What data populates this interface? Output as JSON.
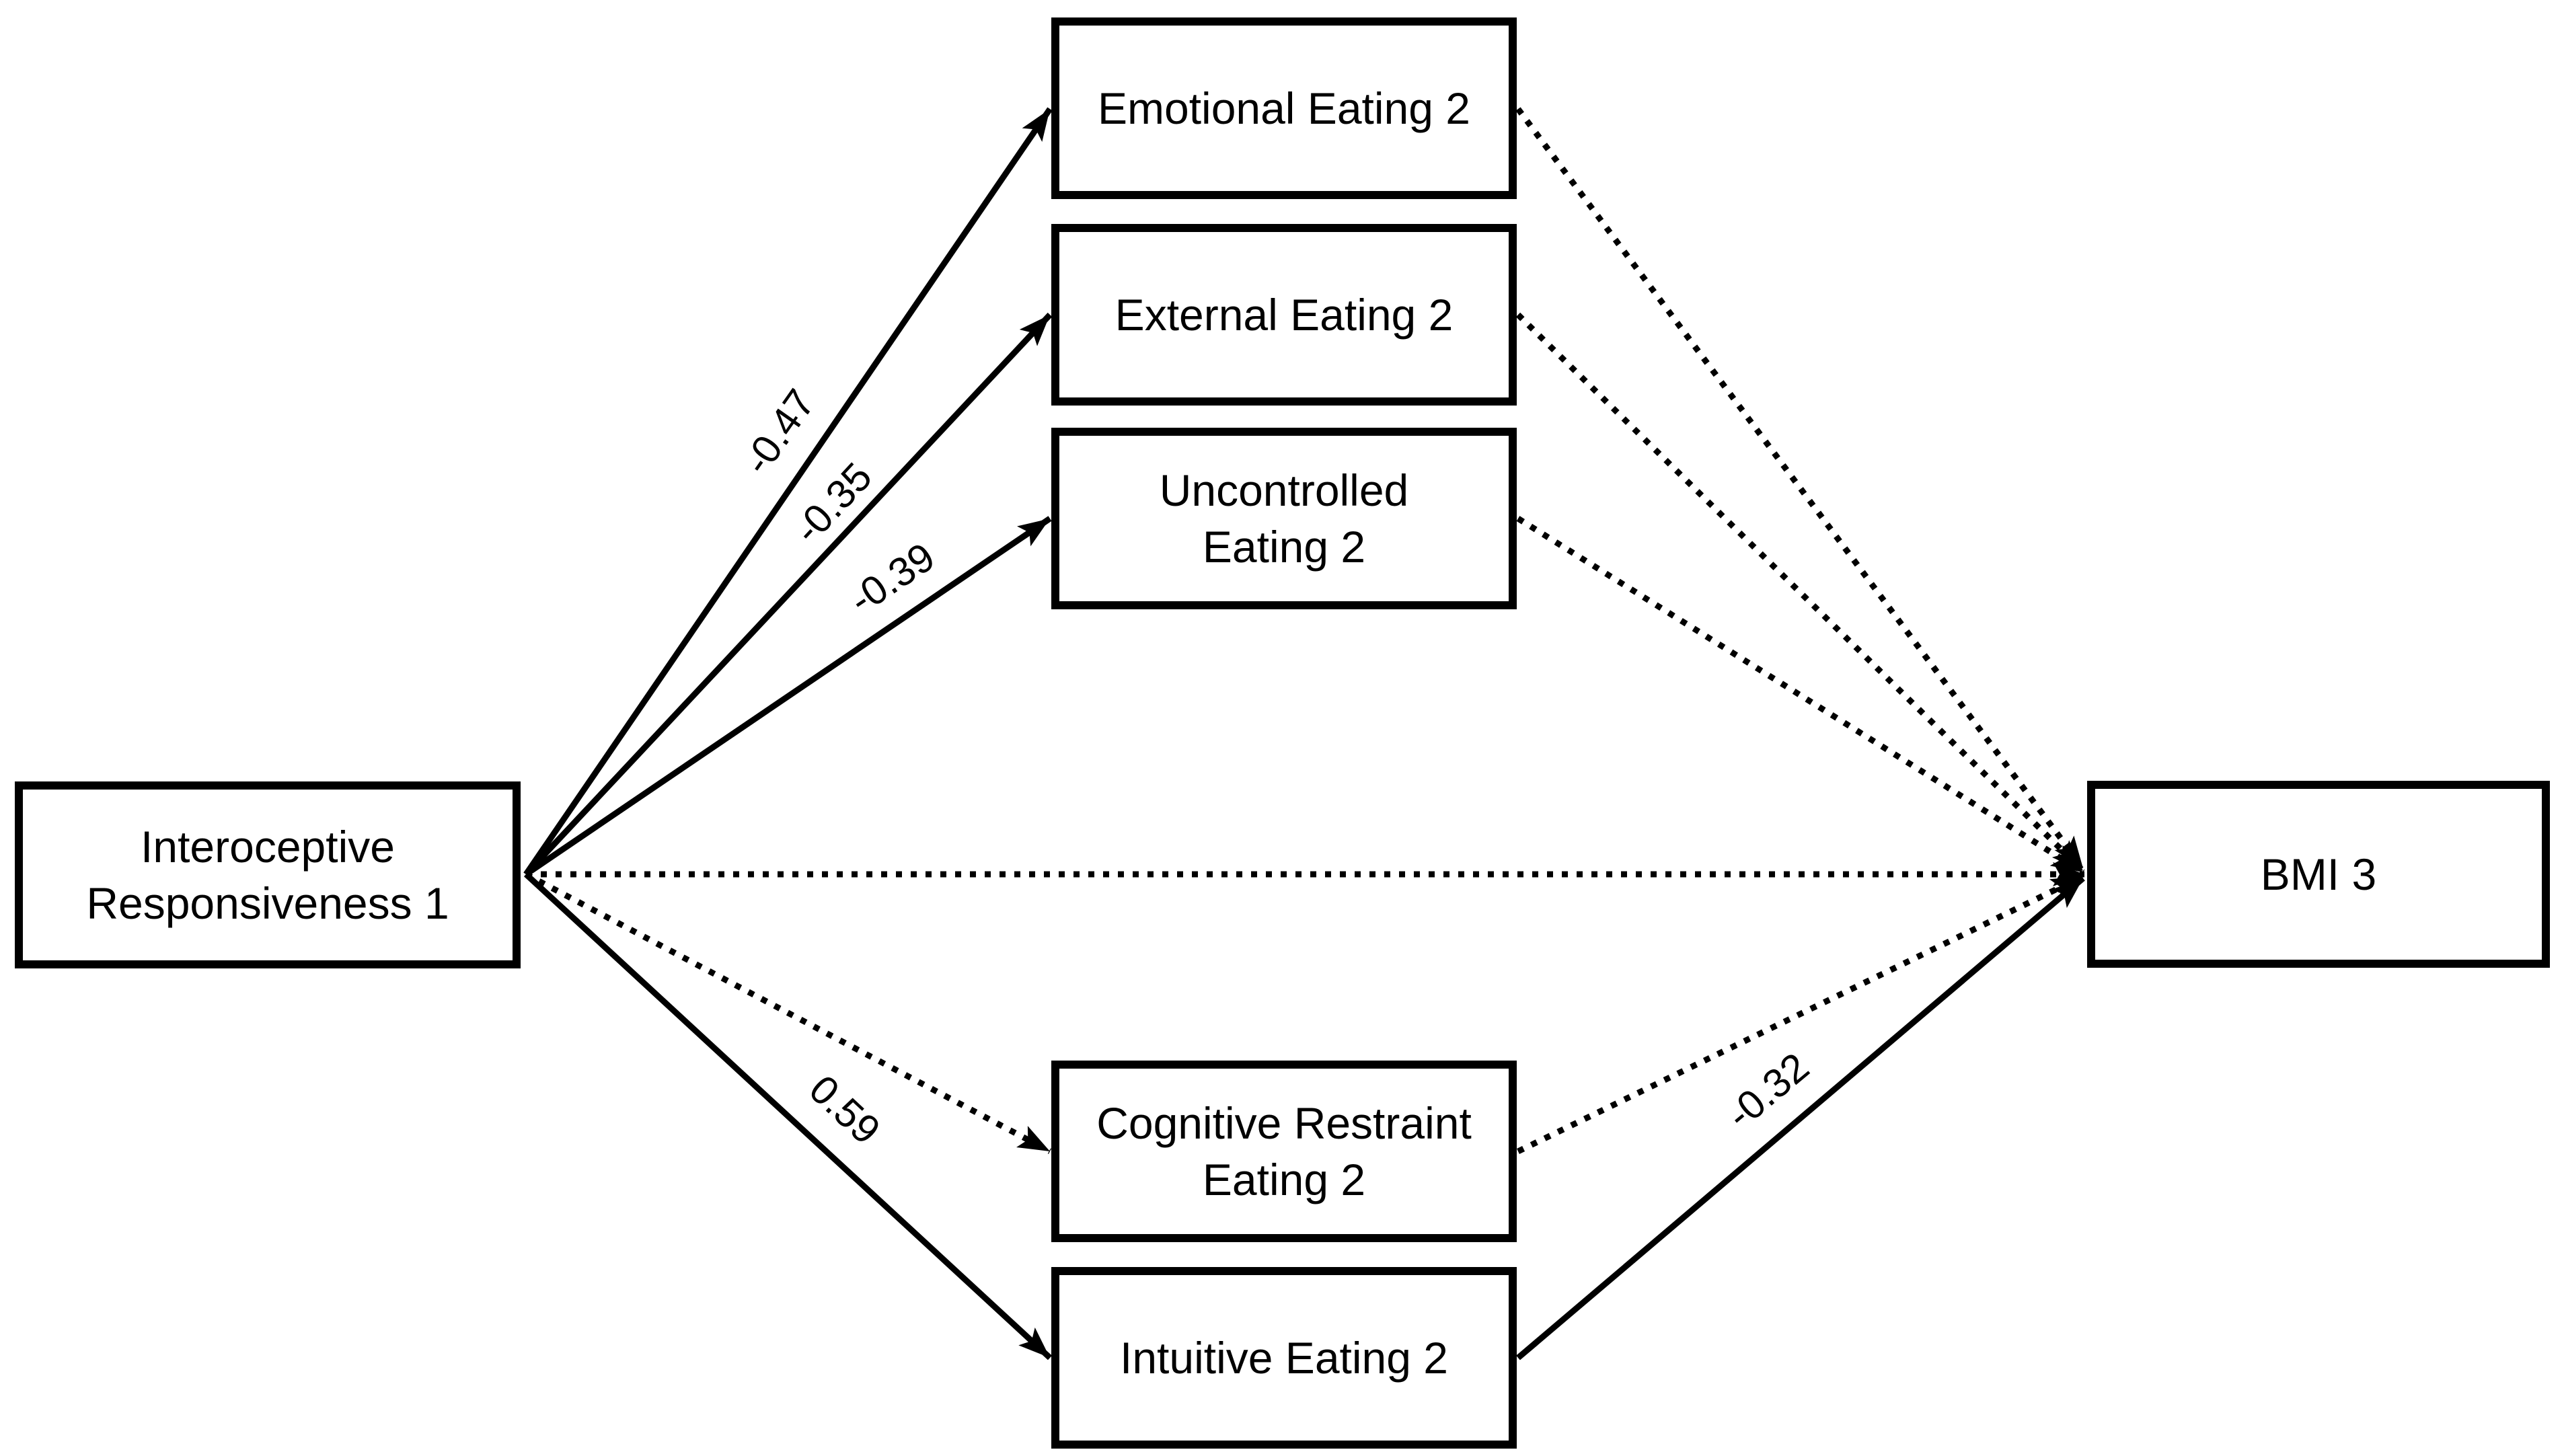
{
  "diagram": {
    "type": "path-model",
    "nodes": {
      "interoceptive": {
        "label": "Interoceptive\nResponsiveness 1"
      },
      "emotional": {
        "label": "Emotional Eating 2"
      },
      "external": {
        "label": "External Eating 2"
      },
      "uncontrolled": {
        "label": "Uncontrolled\nEating 2"
      },
      "cognitive": {
        "label": "Cognitive Restraint\nEating 2"
      },
      "intuitive": {
        "label": "Intuitive Eating 2"
      },
      "bmi": {
        "label": "BMI 3"
      }
    },
    "edges": [
      {
        "from": "interoceptive",
        "to": "emotional",
        "style": "solid",
        "label": "-0.47"
      },
      {
        "from": "interoceptive",
        "to": "external",
        "style": "solid",
        "label": "-0.35"
      },
      {
        "from": "interoceptive",
        "to": "uncontrolled",
        "style": "solid",
        "label": "-0.39"
      },
      {
        "from": "interoceptive",
        "to": "bmi",
        "style": "dotted",
        "label": ""
      },
      {
        "from": "interoceptive",
        "to": "cognitive",
        "style": "dotted",
        "label": ""
      },
      {
        "from": "interoceptive",
        "to": "intuitive",
        "style": "solid",
        "label": "0.59"
      },
      {
        "from": "emotional",
        "to": "bmi",
        "style": "dotted",
        "label": ""
      },
      {
        "from": "external",
        "to": "bmi",
        "style": "dotted",
        "label": ""
      },
      {
        "from": "uncontrolled",
        "to": "bmi",
        "style": "dotted",
        "label": ""
      },
      {
        "from": "cognitive",
        "to": "bmi",
        "style": "dotted",
        "label": ""
      },
      {
        "from": "intuitive",
        "to": "bmi",
        "style": "solid",
        "label": "-0.32"
      }
    ],
    "colors": {
      "line": "#000000",
      "box_border": "#000000",
      "box_fill": "#ffffff",
      "text": "#000000",
      "background": "#ffffff"
    }
  }
}
